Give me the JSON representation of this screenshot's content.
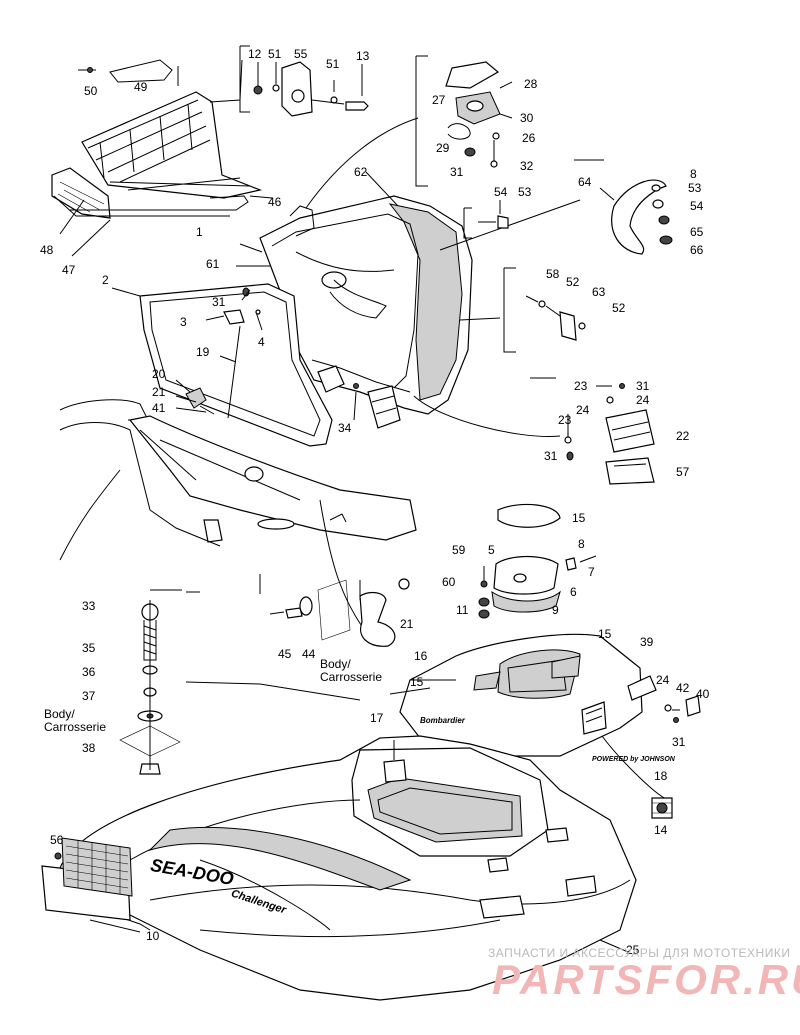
{
  "diagram": {
    "callouts": [
      {
        "id": "c50",
        "text": "50"
      },
      {
        "id": "c49",
        "text": "49"
      },
      {
        "id": "c12",
        "text": "12"
      },
      {
        "id": "c51a",
        "text": "51"
      },
      {
        "id": "c55",
        "text": "55"
      },
      {
        "id": "c51b",
        "text": "51"
      },
      {
        "id": "c13",
        "text": "13"
      },
      {
        "id": "c28",
        "text": "28"
      },
      {
        "id": "c27",
        "text": "27"
      },
      {
        "id": "c30",
        "text": "30"
      },
      {
        "id": "c26",
        "text": "26"
      },
      {
        "id": "c29",
        "text": "29"
      },
      {
        "id": "c31a",
        "text": "31"
      },
      {
        "id": "c32",
        "text": "32"
      },
      {
        "id": "c62",
        "text": "62"
      },
      {
        "id": "c46",
        "text": "46"
      },
      {
        "id": "c54a",
        "text": "54"
      },
      {
        "id": "c53a",
        "text": "53"
      },
      {
        "id": "c64",
        "text": "64"
      },
      {
        "id": "c8",
        "text": "8"
      },
      {
        "id": "c53b",
        "text": "53"
      },
      {
        "id": "c54b",
        "text": "54"
      },
      {
        "id": "c65",
        "text": "65"
      },
      {
        "id": "c66",
        "text": "66"
      },
      {
        "id": "c48",
        "text": "48"
      },
      {
        "id": "c47",
        "text": "47"
      },
      {
        "id": "c1",
        "text": "1"
      },
      {
        "id": "c61",
        "text": "61"
      },
      {
        "id": "c2",
        "text": "2"
      },
      {
        "id": "c58",
        "text": "58"
      },
      {
        "id": "c52a",
        "text": "52"
      },
      {
        "id": "c63",
        "text": "63"
      },
      {
        "id": "c52b",
        "text": "52"
      },
      {
        "id": "c31b",
        "text": "31"
      },
      {
        "id": "c3",
        "text": "3"
      },
      {
        "id": "c4",
        "text": "4"
      },
      {
        "id": "c19",
        "text": "19"
      },
      {
        "id": "c23a",
        "text": "23"
      },
      {
        "id": "c31c",
        "text": "31"
      },
      {
        "id": "c24a",
        "text": "24"
      },
      {
        "id": "c20",
        "text": "20"
      },
      {
        "id": "c21a",
        "text": "21"
      },
      {
        "id": "c41",
        "text": "41"
      },
      {
        "id": "c34",
        "text": "34"
      },
      {
        "id": "c23b",
        "text": "23"
      },
      {
        "id": "c24b",
        "text": "24"
      },
      {
        "id": "c22",
        "text": "22"
      },
      {
        "id": "c31d",
        "text": "31"
      },
      {
        "id": "c57",
        "text": "57"
      },
      {
        "id": "c15a",
        "text": "15"
      },
      {
        "id": "c59",
        "text": "59"
      },
      {
        "id": "c5",
        "text": "5"
      },
      {
        "id": "c8b",
        "text": "8"
      },
      {
        "id": "c60",
        "text": "60"
      },
      {
        "id": "c7",
        "text": "7"
      },
      {
        "id": "c6",
        "text": "6"
      },
      {
        "id": "c11",
        "text": "11"
      },
      {
        "id": "c9",
        "text": "9"
      },
      {
        "id": "c33",
        "text": "33"
      },
      {
        "id": "c21b",
        "text": "21"
      },
      {
        "id": "c15b",
        "text": "15"
      },
      {
        "id": "c39",
        "text": "39"
      },
      {
        "id": "c45",
        "text": "45"
      },
      {
        "id": "c44",
        "text": "44"
      },
      {
        "id": "c16",
        "text": "16"
      },
      {
        "id": "c35",
        "text": "35"
      },
      {
        "id": "c15c",
        "text": "15"
      },
      {
        "id": "c36",
        "text": "36"
      },
      {
        "id": "c24c",
        "text": "24"
      },
      {
        "id": "c42",
        "text": "42"
      },
      {
        "id": "c40",
        "text": "40"
      },
      {
        "id": "c37",
        "text": "37"
      },
      {
        "id": "c17",
        "text": "17"
      },
      {
        "id": "c31e",
        "text": "31"
      },
      {
        "id": "c38",
        "text": "38"
      },
      {
        "id": "c18",
        "text": "18"
      },
      {
        "id": "c14",
        "text": "14"
      },
      {
        "id": "c56",
        "text": "56"
      },
      {
        "id": "c10",
        "text": "10"
      },
      {
        "id": "c25",
        "text": "25"
      }
    ],
    "body_label_1": [
      "Body/",
      "Carrosserie"
    ],
    "body_label_2": [
      "Body/",
      "Carrosserie"
    ],
    "decal_brand": "SEA-DOO",
    "decal_model": "Challenger",
    "hull_mark": "Bombardier",
    "powered_by": "POWERED by JOHNSON"
  },
  "watermark": {
    "top": "ЗАПЧАСТИ И АКСЕССУАРЫ ДЛЯ МОТОТЕХНИКИ",
    "main": "PARTSFOR.RU"
  }
}
